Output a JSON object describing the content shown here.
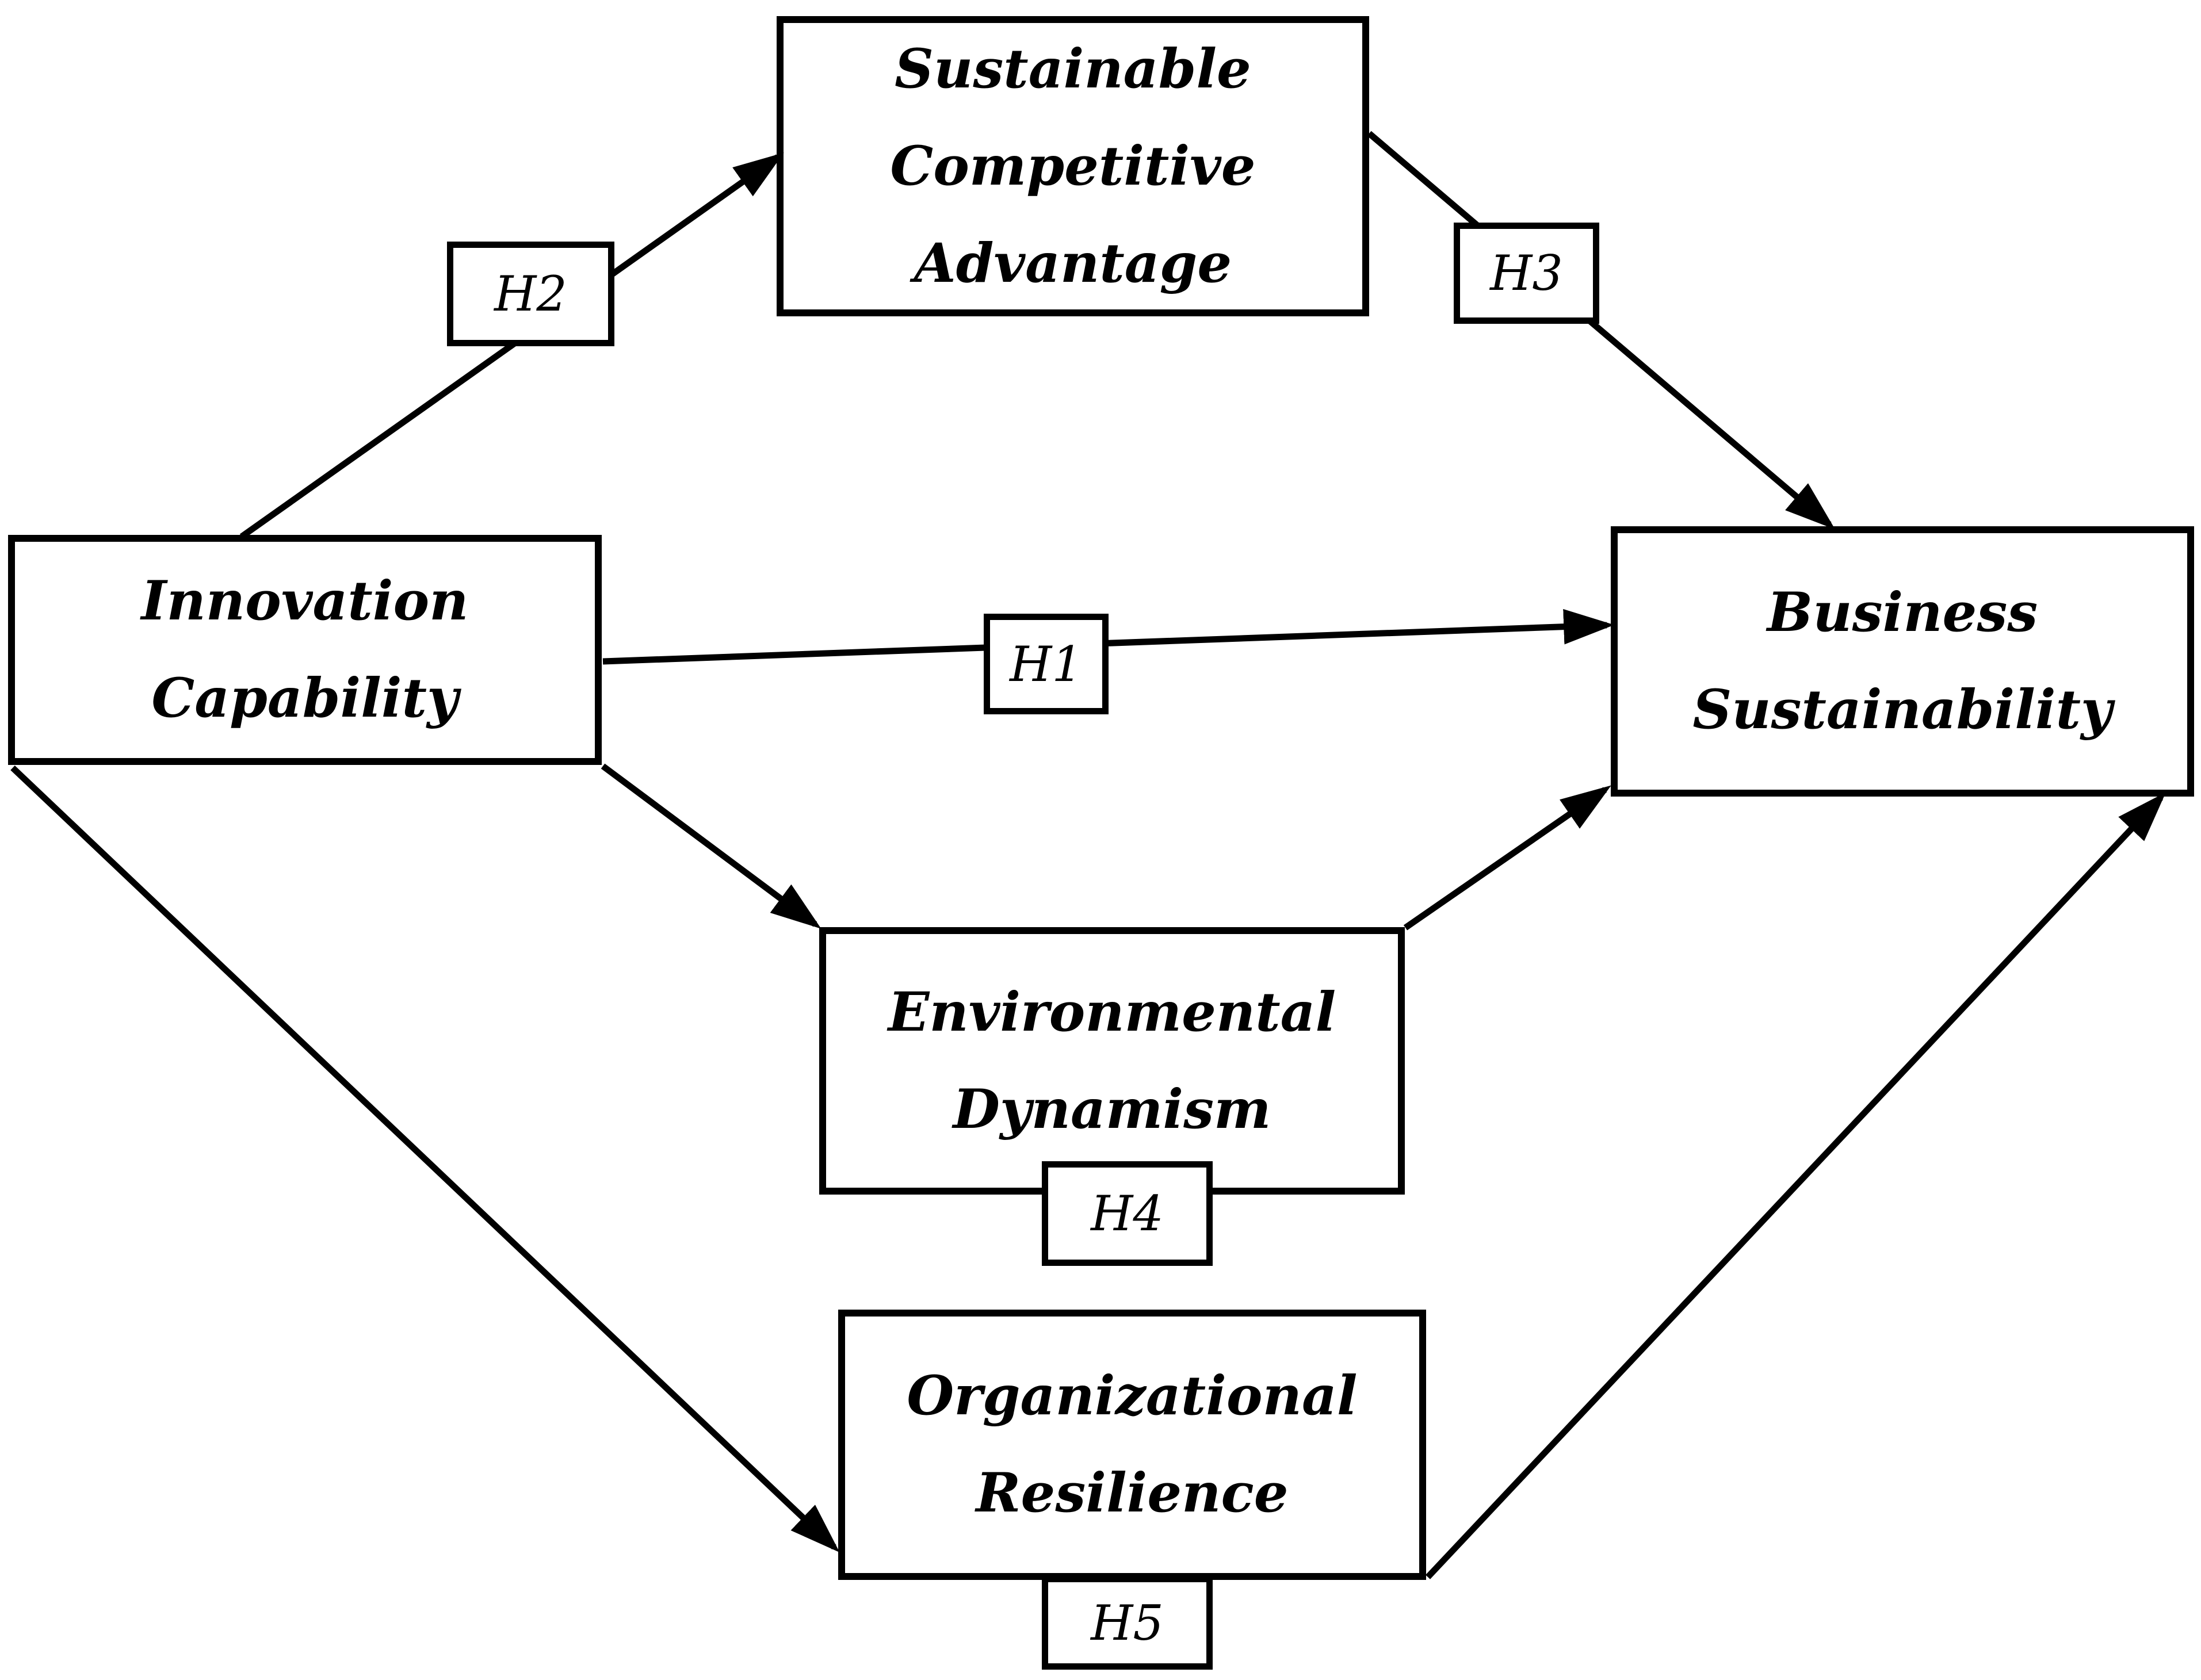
{
  "diagram": {
    "background_color": "#ffffff",
    "line_color": "#000000",
    "nodes": {
      "sca": {
        "lines": [
          "Sustainable",
          "Competitive",
          "Advantage"
        ]
      },
      "ic": {
        "lines": [
          "Innovation",
          "Capability"
        ]
      },
      "bs": {
        "lines": [
          "Business",
          "Sustainability"
        ]
      },
      "ed": {
        "lines": [
          "Environmental",
          "Dynamism"
        ]
      },
      "orr": {
        "lines": [
          "Organizational",
          "Resilience"
        ]
      }
    },
    "hypotheses": {
      "h1": "H1",
      "h2": "H2",
      "h3": "H3",
      "h4": "H4",
      "h5": "H5"
    },
    "edges": [
      {
        "from": "Innovation Capability",
        "to": "Business Sustainability",
        "hypothesis": "H1"
      },
      {
        "from": "Innovation Capability",
        "to": "Sustainable Competitive Advantage",
        "hypothesis": "H2"
      },
      {
        "from": "Sustainable Competitive Advantage",
        "to": "Business Sustainability",
        "hypothesis": "H3"
      },
      {
        "from": "Innovation Capability",
        "to": "Environmental Dynamism",
        "hypothesis": ""
      },
      {
        "from": "Environmental Dynamism",
        "to": "Business Sustainability",
        "hypothesis": "H4"
      },
      {
        "from": "Innovation Capability",
        "to": "Organizational Resilience",
        "hypothesis": ""
      },
      {
        "from": "Organizational Resilience",
        "to": "Business Sustainability",
        "hypothesis": "H5"
      }
    ]
  }
}
